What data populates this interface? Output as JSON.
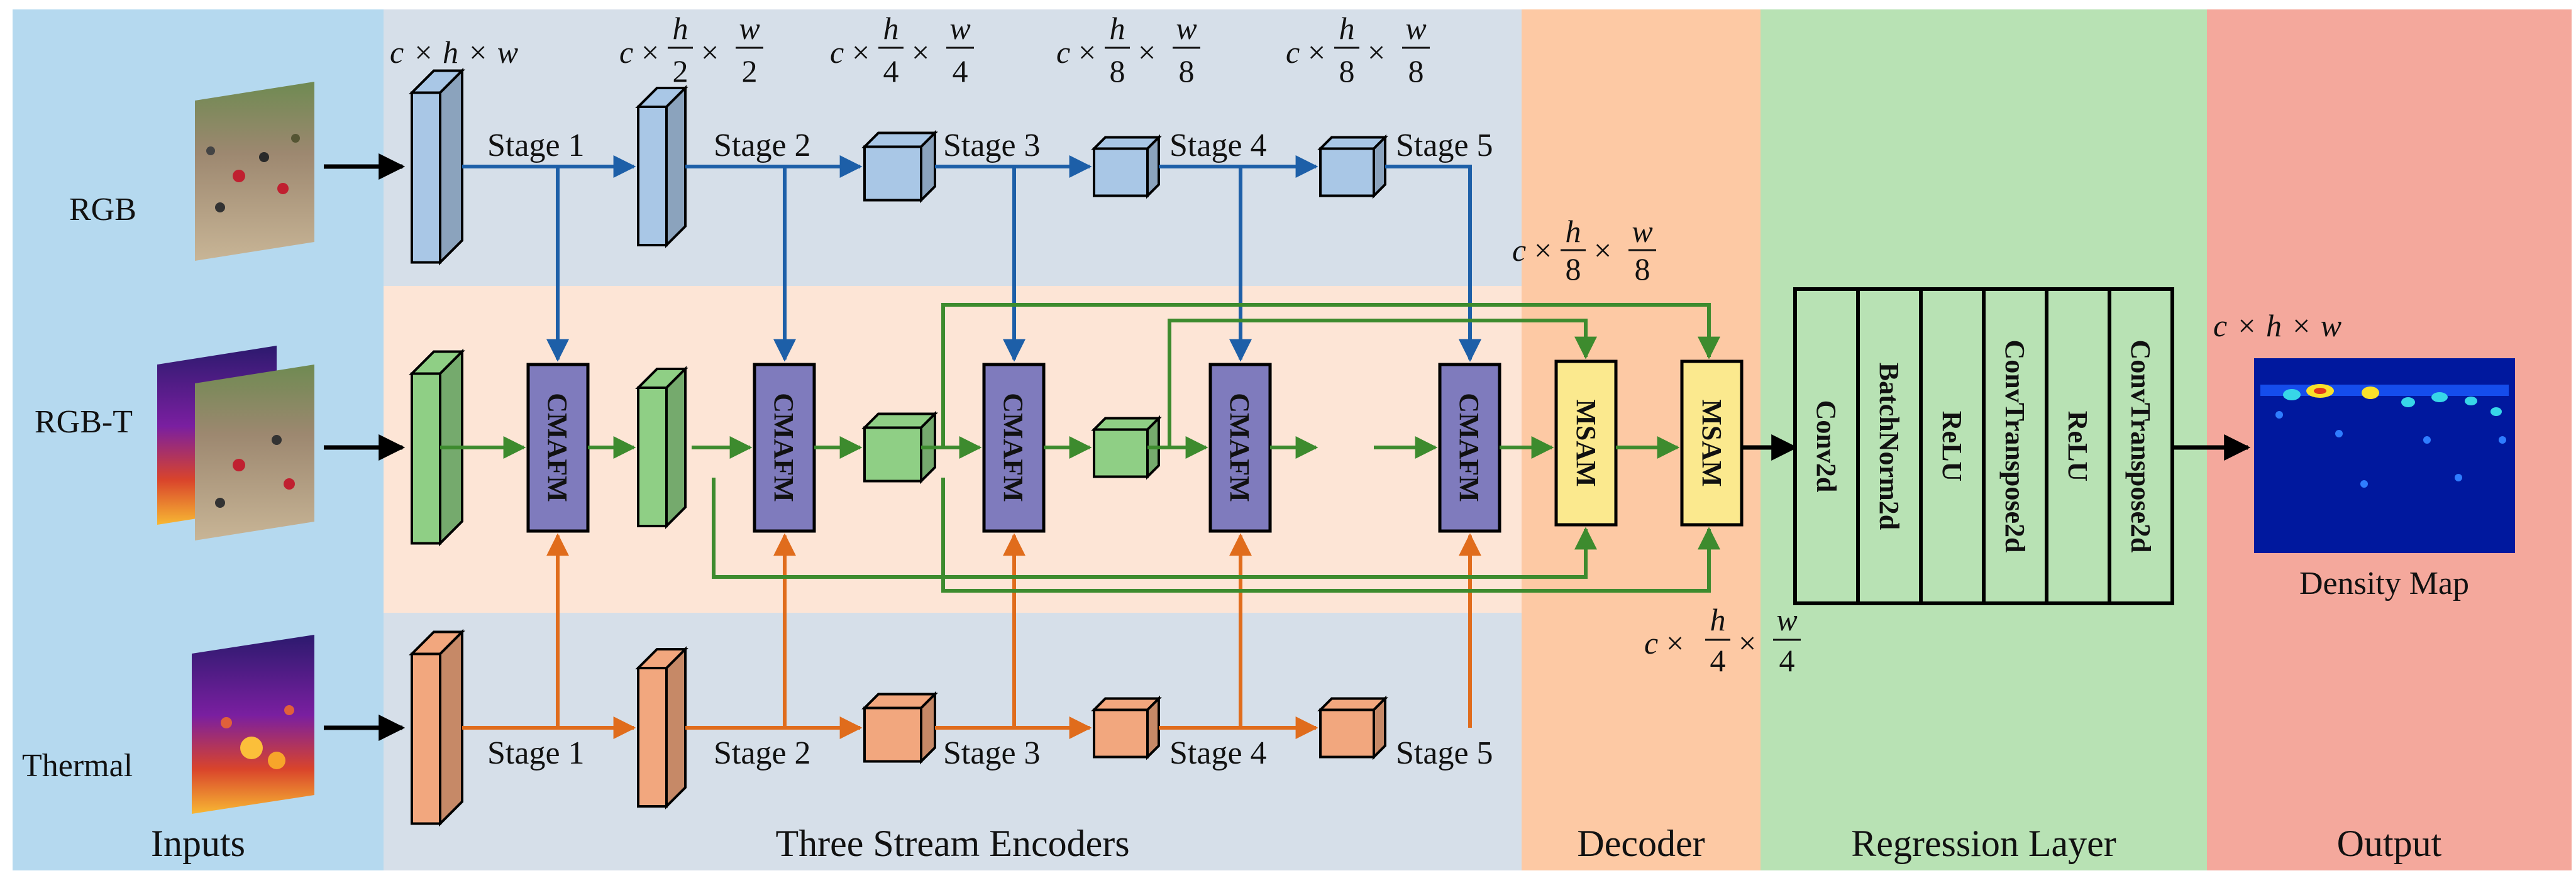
{
  "sections": {
    "inputs": "Inputs",
    "encoders": "Three Stream Encoders",
    "decoder": "Decoder",
    "regression": "Regression Layer",
    "output": "Output"
  },
  "inputs": {
    "rgb": "RGB",
    "rgbt": "RGB-T",
    "thermal": "Thermal"
  },
  "stages": [
    "Stage 1",
    "Stage 2",
    "Stage 3",
    "Stage 4",
    "Stage 5"
  ],
  "fusion_label": "CMAFM",
  "decoder_label": "MSAM",
  "regression_layers": [
    "Conv2d",
    "BatchNorm2d",
    "ReLU",
    "ConvTranspose2d",
    "ReLU",
    "ConvTranspose2d"
  ],
  "output_label": "Density Map",
  "dims": {
    "full": "c × h × w",
    "half": "c × h/2 × w/2",
    "quarter": "c × h/4 × w/4",
    "eighth": "c × h/8 × w/8"
  },
  "math": {
    "c": "c",
    "h": "h",
    "w": "w",
    "times": "×",
    "d2": "2",
    "d4": "4",
    "d8": "8"
  },
  "colors": {
    "inputs_bg": "#b5d9ef",
    "encoder_band": "#d6dfe9",
    "rgbt_band": "#fde5d6",
    "decoder_bg": "#fdc9a4",
    "regression_bg": "#b8e2b4",
    "output_bg": "#f4a89c",
    "rgb_block": "#a9c7e6",
    "rgbt_block": "#8fcf85",
    "thermal_block": "#f2a77e",
    "cmafm": "#7f7bbd",
    "msam": "#fbe98e",
    "rgb_arrow": "#1d5fa8",
    "rgbt_arrow": "#3d8b2e",
    "thermal_arrow": "#e06c1c"
  }
}
